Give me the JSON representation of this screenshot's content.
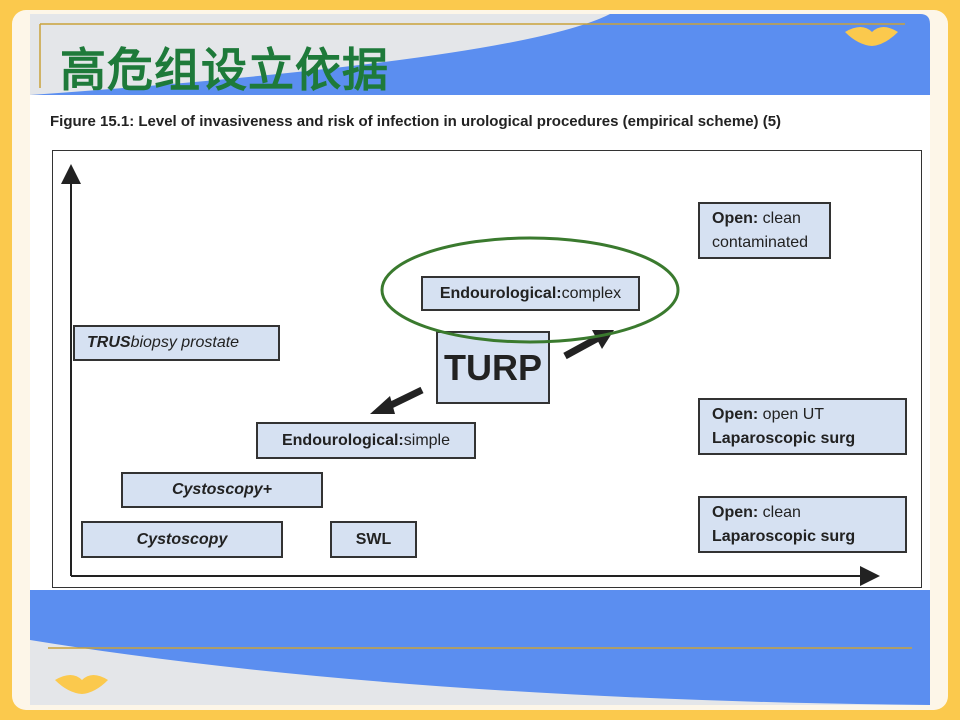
{
  "slide": {
    "title": "高危组设立依据",
    "accent_color": "#5b8ef0",
    "background_color": "#fbc94d",
    "title_color": "#1e7a3a",
    "highlight_color": "#3a7a2e"
  },
  "figure": {
    "caption": "Figure 15.1: Level of invasiveness and risk of infection in urological procedures (empirical scheme) (5)",
    "nodes": {
      "trus": {
        "bold": "TRUS",
        "rest": " biopsy prostate"
      },
      "endo_complex": {
        "bold": "Endourological:",
        "rest": " complex"
      },
      "turp": {
        "label": "TURP"
      },
      "open_clean_contaminated": {
        "line1_bold": "Open:",
        "line1_rest": " clean",
        "line2": "contaminated"
      },
      "endo_simple": {
        "bold": "Endourological:",
        "rest": " simple"
      },
      "cystoscopy_plus": {
        "label": "Cystoscopy+"
      },
      "cystoscopy": {
        "label": "Cystoscopy"
      },
      "swl": {
        "label": "SWL"
      },
      "open_ut": {
        "line1_bold": "Open:",
        "line1_rest": " open UT",
        "line2": "Laparoscopic surg"
      },
      "open_clean": {
        "line1_bold": "Open:",
        "line1_rest": " clean",
        "line2": "Laparoscopic surg"
      }
    }
  }
}
